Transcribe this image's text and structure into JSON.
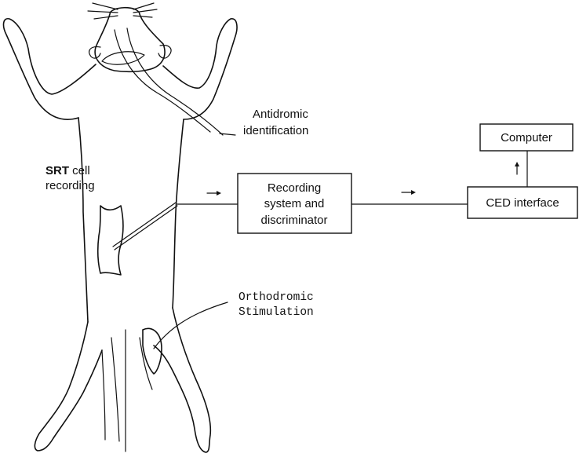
{
  "labels": {
    "antidromic_line1": "Antidromic",
    "antidromic_line2": "identification",
    "srt_bold": "SRT",
    "srt_rest": " cell",
    "recording": "recording",
    "orthodromic_line1": "Orthodromic",
    "orthodromic_line2": "Stimulation"
  },
  "boxes": {
    "recording_system_line1": "Recording",
    "recording_system_line2": "system  and",
    "recording_system_line3": "discriminator",
    "computer": "Computer",
    "ced_interface": "CED interface"
  }
}
